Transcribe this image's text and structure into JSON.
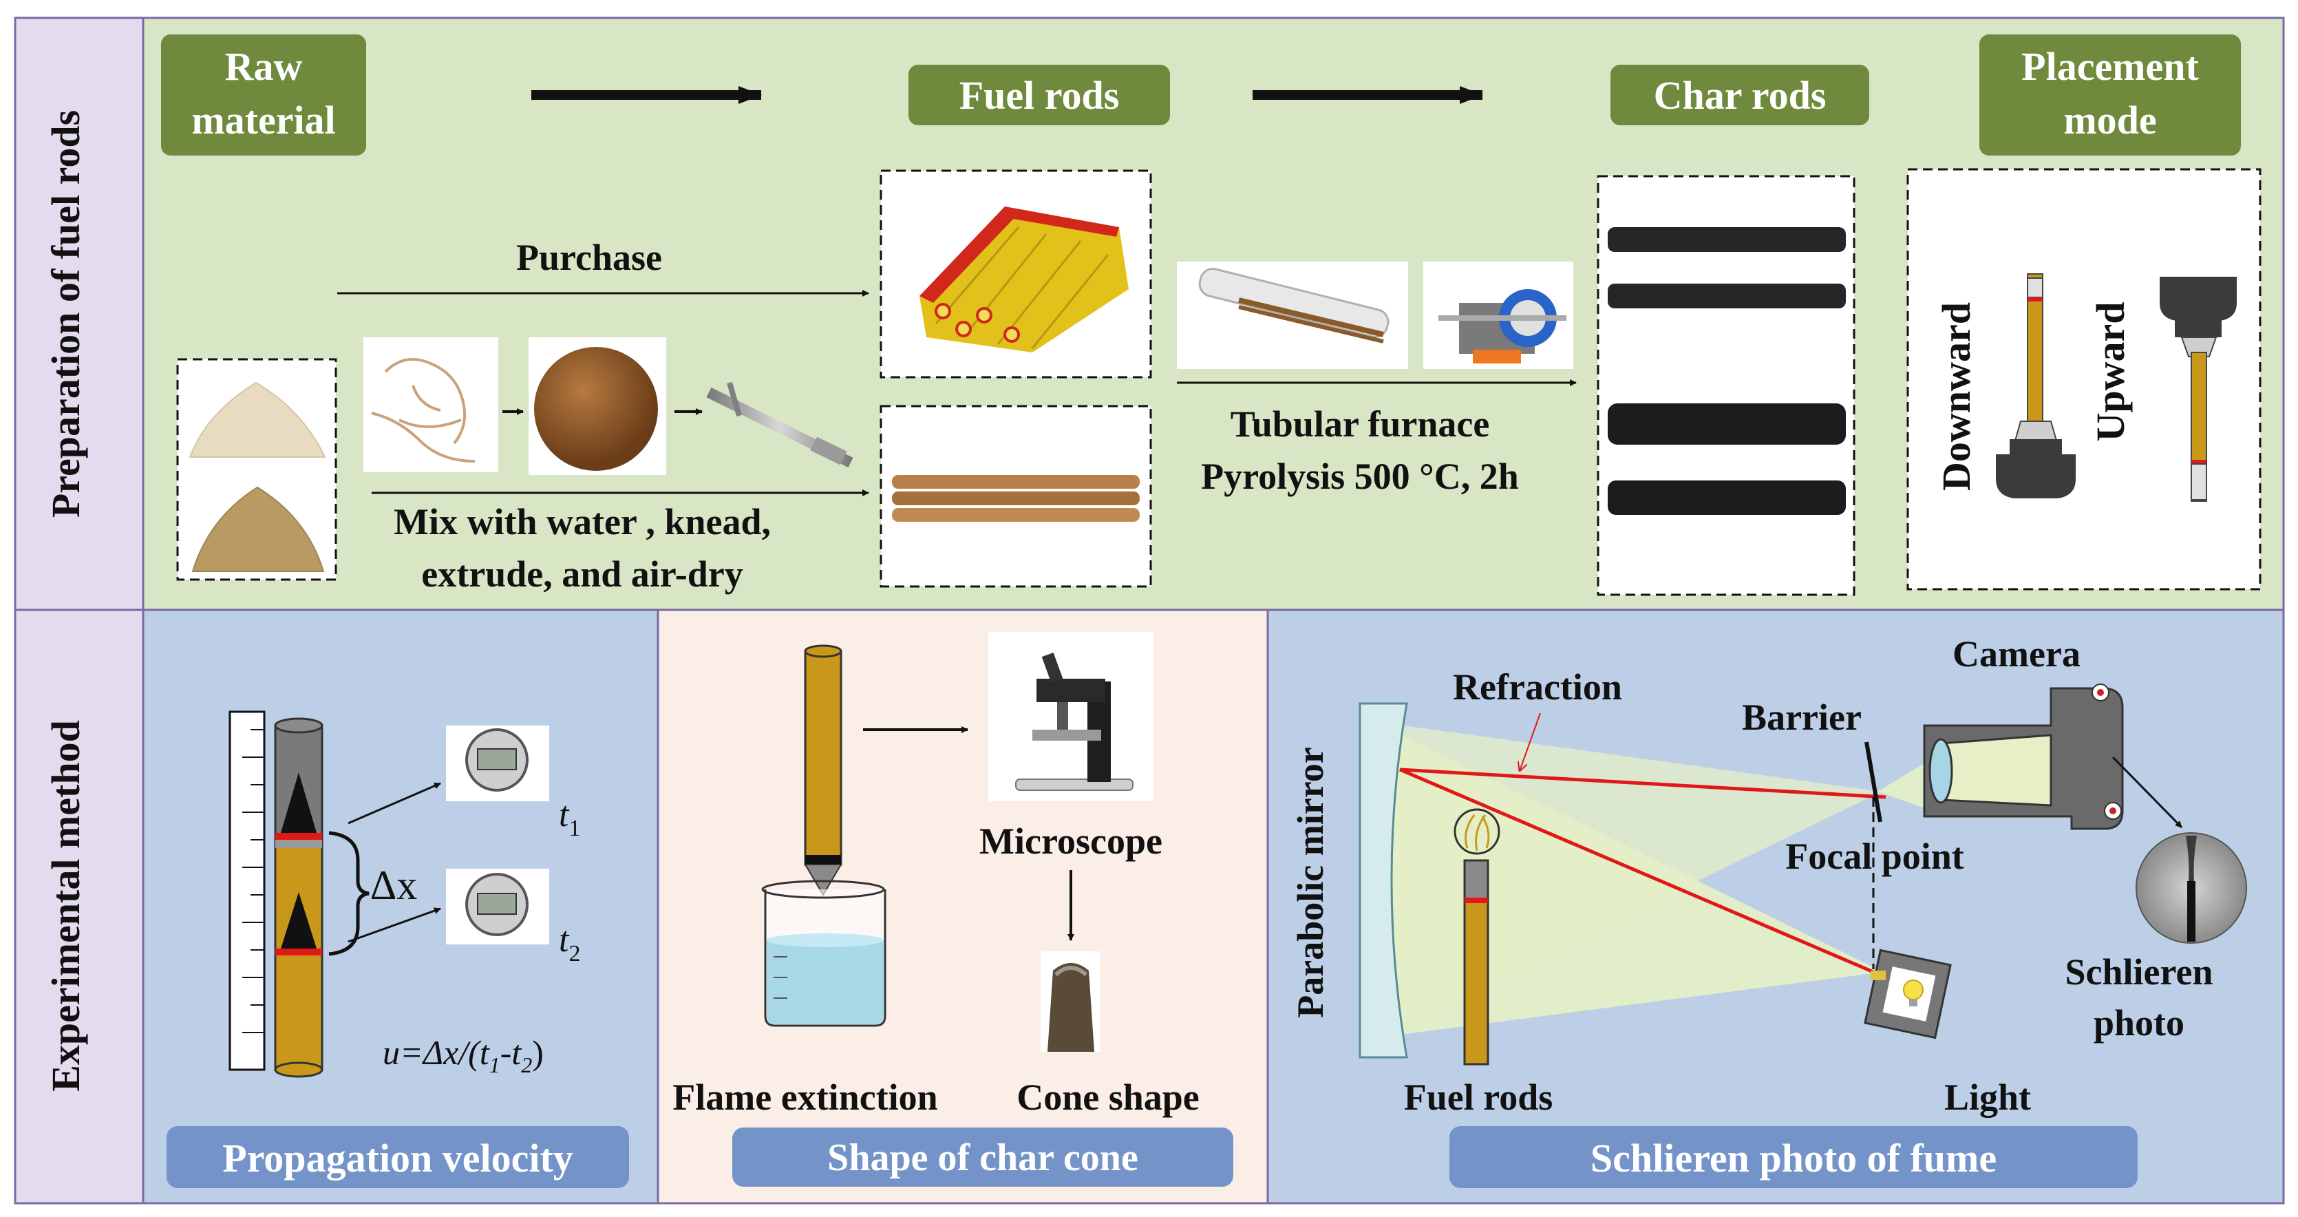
{
  "colors": {
    "top_bg": "#d8e6c5",
    "side_bg": "#e4dcee",
    "bottom_blue": "#bccfe6",
    "bottom_pink": "#fbeee6",
    "green_pill": "#6f8a3c",
    "blue_pill": "#7494c9",
    "border": "#7a6aa5",
    "rod_gold": "#c9981a",
    "red_line": "#e01818",
    "beam_fill": "#e6efc6"
  },
  "side_labels": {
    "top": "Preparation of fuel rods",
    "bottom": "Experimental method"
  },
  "stages": {
    "raw_material": [
      "Raw",
      "material"
    ],
    "fuel_rods": "Fuel rods",
    "char_rods": "Char rods",
    "placement_mode": [
      "Placement",
      "mode"
    ]
  },
  "prep": {
    "purchase": "Purchase",
    "mix_lines": [
      "Mix with water , knead,",
      "extrude,  and air-dry"
    ],
    "furnace_lines": [
      "Tubular furnace",
      "Pyrolysis 500 °C, 2h"
    ],
    "downward": "Downward",
    "upward": "Upward"
  },
  "velocity": {
    "delta_x": "Δx",
    "t1": "t",
    "t1_sub": "1",
    "t2": "t",
    "t2_sub": "2",
    "formula_lhs": "u=Δx/(t",
    "formula_sub1": "1",
    "formula_mid": "-t",
    "formula_sub2": "2",
    "formula_end": ")",
    "pill": "Propagation velocity"
  },
  "cone": {
    "microscope": "Microscope",
    "flame_extinction": "Flame extinction",
    "cone_shape": "Cone shape",
    "pill": "Shape of char cone"
  },
  "schlieren": {
    "refraction": "Refraction",
    "camera": "Camera",
    "barrier": "Barrier",
    "focal_point": "Focal point",
    "parabolic_mirror": "Parabolic mirror",
    "fuel_rods": "Fuel rods",
    "light": "Light",
    "schlieren_photo": [
      "Schlieren",
      "photo"
    ],
    "pill": "Schlieren photo of fume"
  }
}
